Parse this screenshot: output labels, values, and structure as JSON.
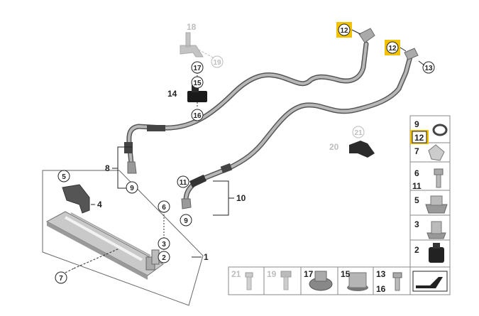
{
  "callouts": {
    "c1": "1",
    "c2": "2",
    "c3": "3",
    "c4": "4",
    "c5": "5",
    "c6": "6",
    "c7": "7",
    "c8": "8",
    "c9a": "9",
    "c9b": "9",
    "c10": "10",
    "c11": "11",
    "c12a": "12",
    "c12b": "12",
    "c13": "13",
    "c14": "14",
    "c15": "15",
    "c16": "16",
    "c17": "17",
    "c18": "18",
    "c19": "19",
    "c20": "20",
    "c21": "21"
  },
  "legend": {
    "r1a": "9",
    "r1b": "12",
    "r2": "7",
    "r3a": "6",
    "r3b": "11",
    "r4": "5",
    "r5": "3",
    "r6": "2",
    "b21": "21",
    "b19": "19",
    "b17": "17",
    "b15": "15",
    "b13": "13",
    "b16": "16"
  },
  "colors": {
    "highlight": "#f2c200",
    "pipe": "#8a8a8a",
    "ghost": "#bdbdbd"
  }
}
